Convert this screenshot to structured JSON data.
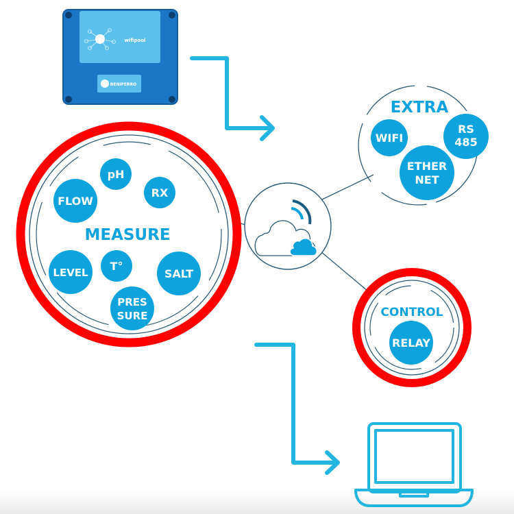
{
  "colors": {
    "accent_blue": "#0fa3dd",
    "arrow_blue": "#22b5e0",
    "line_navy": "#2b5a78",
    "highlight_red": "#ff0000",
    "device_blue": "#1b77c5",
    "device_label": "#5cc0ee",
    "bubble_text": "#ffffff"
  },
  "device": {
    "brand_label": "wifipool",
    "maker_label": "BENIFERRO"
  },
  "measure": {
    "title": "MEASURE",
    "highlighted": true,
    "items": [
      {
        "id": "ph",
        "lines": [
          "pH"
        ]
      },
      {
        "id": "rx",
        "lines": [
          "RX"
        ]
      },
      {
        "id": "flow",
        "lines": [
          "FLOW"
        ]
      },
      {
        "id": "level",
        "lines": [
          "LEVEL"
        ]
      },
      {
        "id": "temperature",
        "lines": [
          "T°"
        ]
      },
      {
        "id": "salt",
        "lines": [
          "SALT"
        ]
      },
      {
        "id": "pressure",
        "lines": [
          "PRES",
          "SURE"
        ]
      }
    ]
  },
  "extra": {
    "title": "EXTRA",
    "highlighted": false,
    "items": [
      {
        "id": "wifi",
        "lines": [
          "WIFI"
        ]
      },
      {
        "id": "rs485",
        "lines": [
          "RS",
          "485"
        ]
      },
      {
        "id": "ethernet",
        "lines": [
          "ETHER",
          "NET"
        ]
      }
    ]
  },
  "control": {
    "title": "CONTROL",
    "highlighted": true,
    "items": [
      {
        "id": "relay",
        "lines": [
          "RELAY"
        ]
      }
    ]
  },
  "hub": {
    "icon": "cloud-wifi-icon"
  },
  "endpoint": {
    "icon": "laptop-icon"
  }
}
